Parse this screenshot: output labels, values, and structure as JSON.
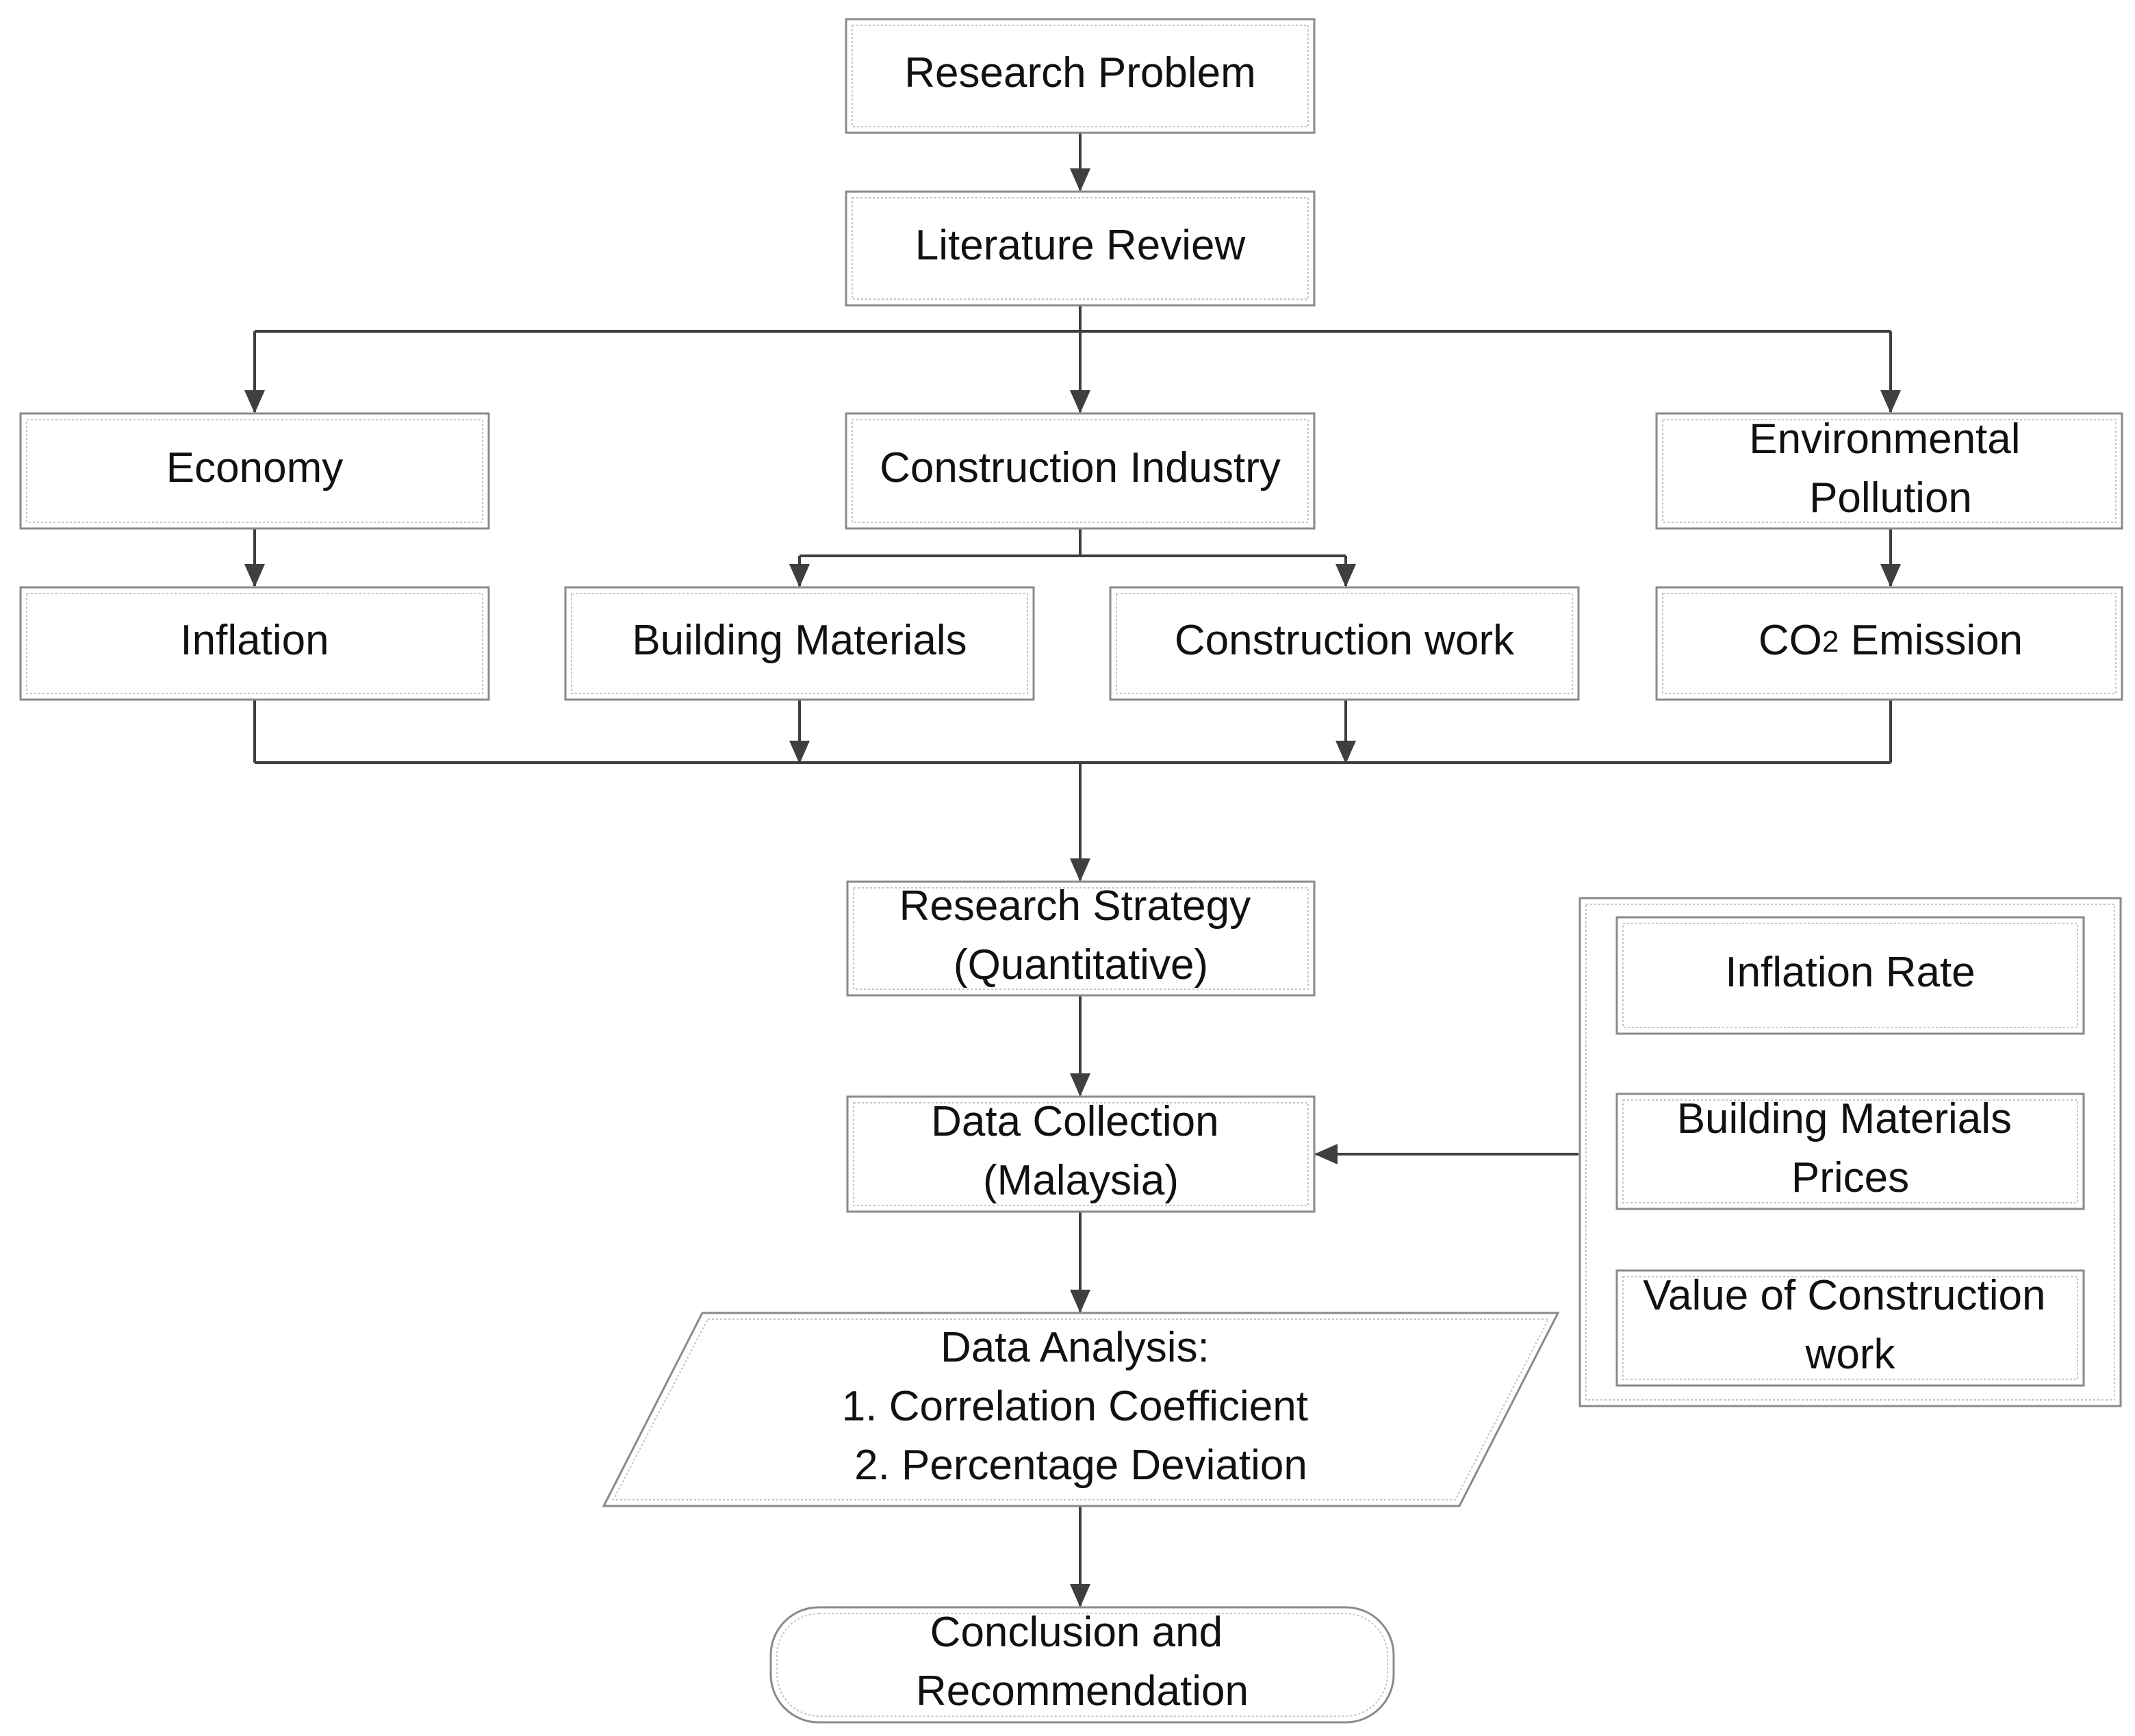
{
  "nodes": {
    "research_problem": [
      "Research Problem"
    ],
    "literature_review": [
      "Literature Review"
    ],
    "economy": [
      "Economy"
    ],
    "construction_industry": [
      "Construction Industry"
    ],
    "environmental_pollution": [
      "Environmental",
      "Pollution"
    ],
    "inflation": [
      "Inflation"
    ],
    "building_materials": [
      "Building Materials"
    ],
    "construction_work": [
      "Construction work"
    ],
    "co2_emission": {
      "prefix": "CO",
      "subscript": "2",
      "suffix": " Emission"
    },
    "research_strategy": [
      "Research Strategy",
      "(Quantitative)"
    ],
    "data_collection": [
      "Data Collection",
      "(Malaysia)"
    ],
    "data_analysis": [
      "Data Analysis:",
      "1. Correlation Coefficient",
      "2. Percentage Deviation"
    ],
    "conclusion": [
      "Conclusion and",
      "Recommendation"
    ]
  },
  "data_group": {
    "inflation_rate": [
      "Inflation Rate"
    ],
    "building_materials_prices": [
      "Building Materials",
      "Prices"
    ],
    "value_of_construction_work": [
      "Value of Construction",
      "work"
    ]
  }
}
